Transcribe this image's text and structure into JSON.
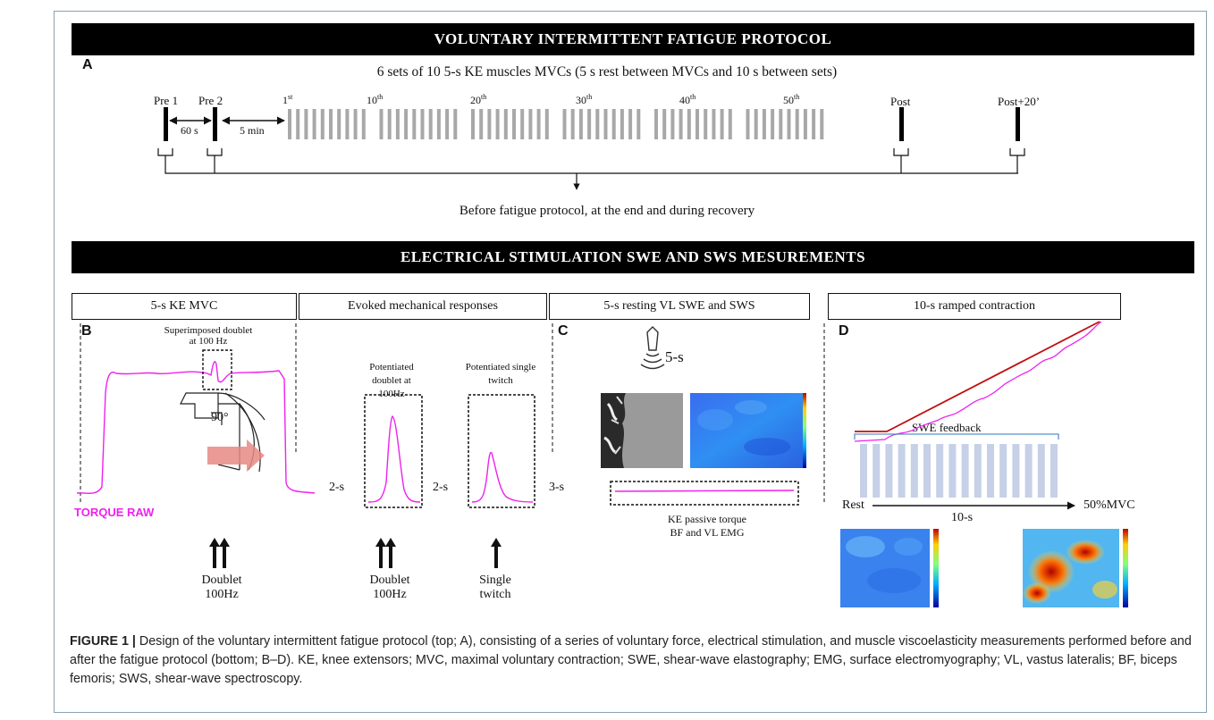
{
  "banner_top": "VOLUNTARY INTERMITTENT FATIGUE PROTOCOL",
  "banner_bottom": "ELECTRICAL STIMULATION SWE AND SWS MESUREMENTS",
  "panel_letters": {
    "a": "A",
    "b": "B",
    "c": "C",
    "d": "D"
  },
  "protocol": {
    "description": "6 sets of 10 5-s KE muscles MVCs (5 s rest between MVCs and 10 s between sets)",
    "pre1": "Pre 1",
    "pre2": "Pre 2",
    "gap1": "60 s",
    "gap2": "5 min",
    "set_labels": [
      {
        "num": "1",
        "sup": "st"
      },
      {
        "num": "10",
        "sup": "th"
      },
      {
        "num": "20",
        "sup": "th"
      },
      {
        "num": "30",
        "sup": "th"
      },
      {
        "num": "40",
        "sup": "th"
      },
      {
        "num": "50",
        "sup": "th"
      }
    ],
    "post": "Post",
    "post20": "Post+20’",
    "footer": "Before fatigue protocol, at the end and during recovery",
    "sets": 6,
    "mvcs_per_set": 10
  },
  "panel_b": {
    "title": "5-s KE MVC",
    "doublet_note_line1": "Superimposed doublet",
    "doublet_note_line2": "at 100 Hz",
    "angle": "90°",
    "torque_label": "TORQUE RAW",
    "stim_line1": "Doublet",
    "stim_line2": "100Hz",
    "gap_after": "2-s"
  },
  "panel_evoked": {
    "title": "Evoked mechanical responses",
    "left_line1": "Potentiated",
    "left_line2": "doublet at",
    "left_line3": "100Hz",
    "right_line1": "Potentiated single",
    "right_line2": "twitch",
    "gap_mid": "2-s",
    "gap_after": "3-s",
    "stim_left_line1": "Doublet",
    "stim_left_line2": "100Hz",
    "stim_right_line1": "Single",
    "stim_right_line2": "twitch"
  },
  "panel_c": {
    "title": "5-s  resting VL SWE and SWS",
    "probe_duration": "5-s",
    "passive_line1": "KE passive torque",
    "passive_line2": "BF and VL EMG"
  },
  "panel_d": {
    "title": "10-s ramped contraction",
    "feedback": "SWE feedback",
    "rest": "Rest",
    "duration": "10-s",
    "target": "50%MVC",
    "feedback_bars": 16
  },
  "caption": {
    "label": "FIGURE 1 |",
    "text": "Design of the voluntary intermittent fatigue protocol (top; A), consisting of a series of voluntary force, electrical stimulation, and muscle viscoelasticity measurements performed before and after the fatigue protocol (bottom; B–D). KE, knee extensors; MVC, maximal voluntary contraction; SWE, shear-wave elastography; EMG, surface electromyography; VL, vastus lateralis; BF, biceps femoris; SWS, shear-wave spectroscopy."
  },
  "colors": {
    "torque": "#ee22ee",
    "ramp": "#c01010",
    "mvc_bar": "#a8a8a8",
    "feedback_bar": "#c6d0e6",
    "arrow": "#e68a84"
  }
}
